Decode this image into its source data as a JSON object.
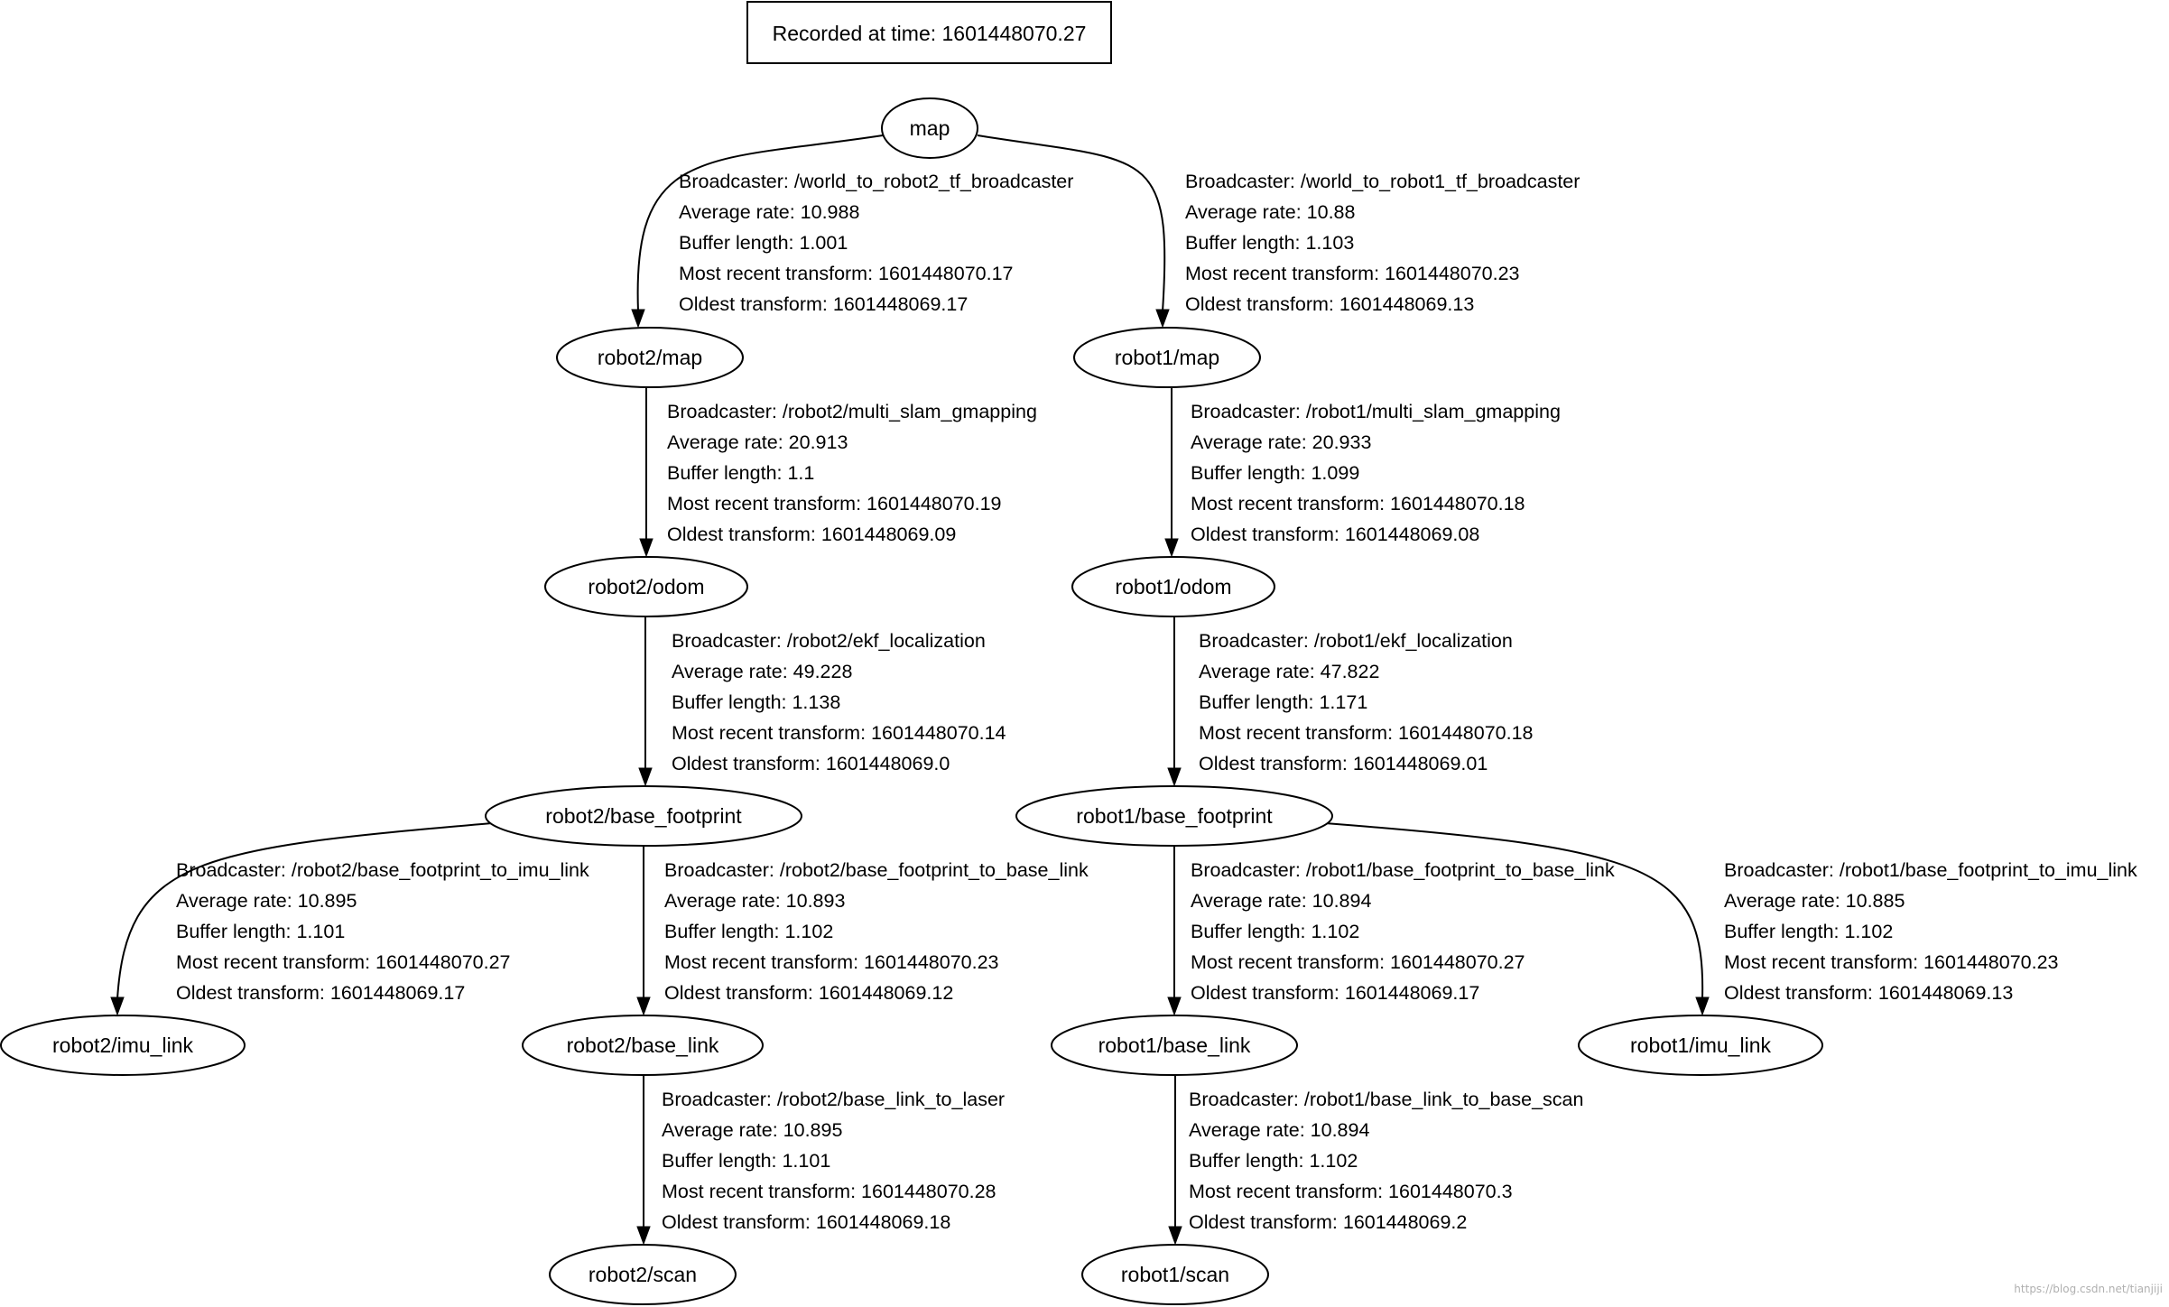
{
  "header": {
    "recorded_time": "Recorded at time: 1601448070.27"
  },
  "nodes": [
    {
      "id": "map",
      "label": "map"
    },
    {
      "id": "r2map",
      "label": "robot2/map"
    },
    {
      "id": "r1map",
      "label": "robot1/map"
    },
    {
      "id": "r2odom",
      "label": "robot2/odom"
    },
    {
      "id": "r1odom",
      "label": "robot1/odom"
    },
    {
      "id": "r2bfp",
      "label": "robot2/base_footprint"
    },
    {
      "id": "r1bfp",
      "label": "robot1/base_footprint"
    },
    {
      "id": "r2imu",
      "label": "robot2/imu_link"
    },
    {
      "id": "r2base",
      "label": "robot2/base_link"
    },
    {
      "id": "r1base",
      "label": "robot1/base_link"
    },
    {
      "id": "r1imu",
      "label": "robot1/imu_link"
    },
    {
      "id": "r2scan",
      "label": "robot2/scan"
    },
    {
      "id": "r1scan",
      "label": "robot1/scan"
    }
  ],
  "edges": [
    {
      "from": "map",
      "to": "r2map",
      "lines": [
        "Broadcaster: /world_to_robot2_tf_broadcaster",
        "Average rate: 10.988",
        "Buffer length: 1.001",
        "Most recent transform: 1601448070.17",
        "Oldest transform: 1601448069.17"
      ]
    },
    {
      "from": "map",
      "to": "r1map",
      "lines": [
        "Broadcaster: /world_to_robot1_tf_broadcaster",
        "Average rate: 10.88",
        "Buffer length: 1.103",
        "Most recent transform: 1601448070.23",
        "Oldest transform: 1601448069.13"
      ]
    },
    {
      "from": "r2map",
      "to": "r2odom",
      "lines": [
        "Broadcaster: /robot2/multi_slam_gmapping",
        "Average rate: 20.913",
        "Buffer length: 1.1",
        "Most recent transform: 1601448070.19",
        "Oldest transform: 1601448069.09"
      ]
    },
    {
      "from": "r1map",
      "to": "r1odom",
      "lines": [
        "Broadcaster: /robot1/multi_slam_gmapping",
        "Average rate: 20.933",
        "Buffer length: 1.099",
        "Most recent transform: 1601448070.18",
        "Oldest transform: 1601448069.08"
      ]
    },
    {
      "from": "r2odom",
      "to": "r2bfp",
      "lines": [
        "Broadcaster: /robot2/ekf_localization",
        "Average rate: 49.228",
        "Buffer length: 1.138",
        "Most recent transform: 1601448070.14",
        "Oldest transform: 1601448069.0"
      ]
    },
    {
      "from": "r1odom",
      "to": "r1bfp",
      "lines": [
        "Broadcaster: /robot1/ekf_localization",
        "Average rate: 47.822",
        "Buffer length: 1.171",
        "Most recent transform: 1601448070.18",
        "Oldest transform: 1601448069.01"
      ]
    },
    {
      "from": "r2bfp",
      "to": "r2imu",
      "lines": [
        "Broadcaster: /robot2/base_footprint_to_imu_link",
        "Average rate: 10.895",
        "Buffer length: 1.101",
        "Most recent transform: 1601448070.27",
        "Oldest transform: 1601448069.17"
      ]
    },
    {
      "from": "r2bfp",
      "to": "r2base",
      "lines": [
        "Broadcaster: /robot2/base_footprint_to_base_link",
        "Average rate: 10.893",
        "Buffer length: 1.102",
        "Most recent transform: 1601448070.23",
        "Oldest transform: 1601448069.12"
      ]
    },
    {
      "from": "r1bfp",
      "to": "r1base",
      "lines": [
        "Broadcaster: /robot1/base_footprint_to_base_link",
        "Average rate: 10.894",
        "Buffer length: 1.102",
        "Most recent transform: 1601448070.27",
        "Oldest transform: 1601448069.17"
      ]
    },
    {
      "from": "r1bfp",
      "to": "r1imu",
      "lines": [
        "Broadcaster: /robot1/base_footprint_to_imu_link",
        "Average rate: 10.885",
        "Buffer length: 1.102",
        "Most recent transform: 1601448070.23",
        "Oldest transform: 1601448069.13"
      ]
    },
    {
      "from": "r2base",
      "to": "r2scan",
      "lines": [
        "Broadcaster: /robot2/base_link_to_laser",
        "Average rate: 10.895",
        "Buffer length: 1.101",
        "Most recent transform: 1601448070.28",
        "Oldest transform: 1601448069.18"
      ]
    },
    {
      "from": "r1base",
      "to": "r1scan",
      "lines": [
        "Broadcaster: /robot1/base_link_to_base_scan",
        "Average rate: 10.894",
        "Buffer length: 1.102",
        "Most recent transform: 1601448070.3",
        "Oldest transform: 1601448069.2"
      ]
    }
  ],
  "watermark": "https://blog.csdn.net/tianjiji"
}
